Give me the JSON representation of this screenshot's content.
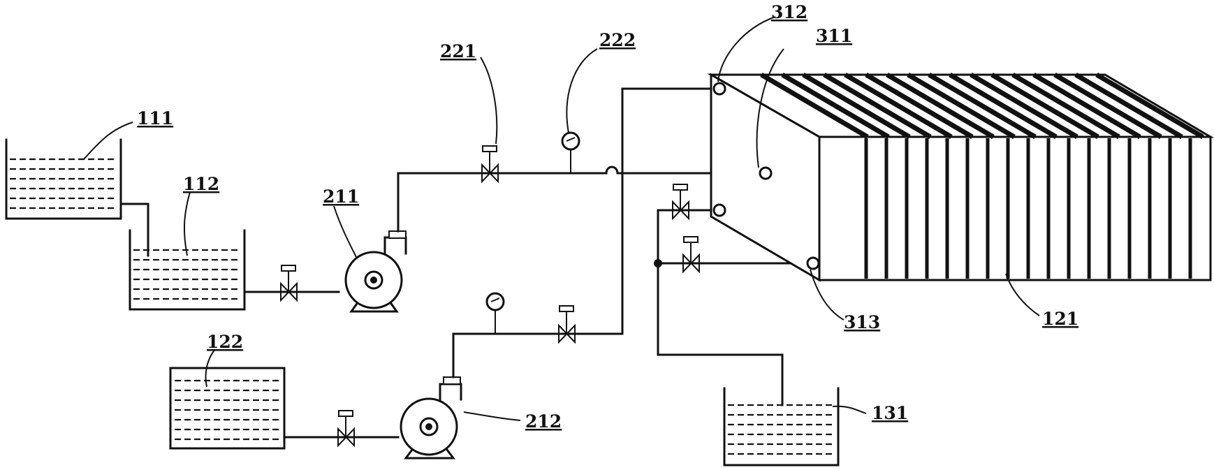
{
  "labels": {
    "tank_111": "111",
    "tank_112": "112",
    "tank_122": "122",
    "tank_131": "131",
    "stack_121": "121",
    "pump_211": "211",
    "pump_212": "212",
    "valve_221": "221",
    "gauge_222": "222",
    "port_311": "311",
    "port_312": "312",
    "port_313": "313"
  }
}
